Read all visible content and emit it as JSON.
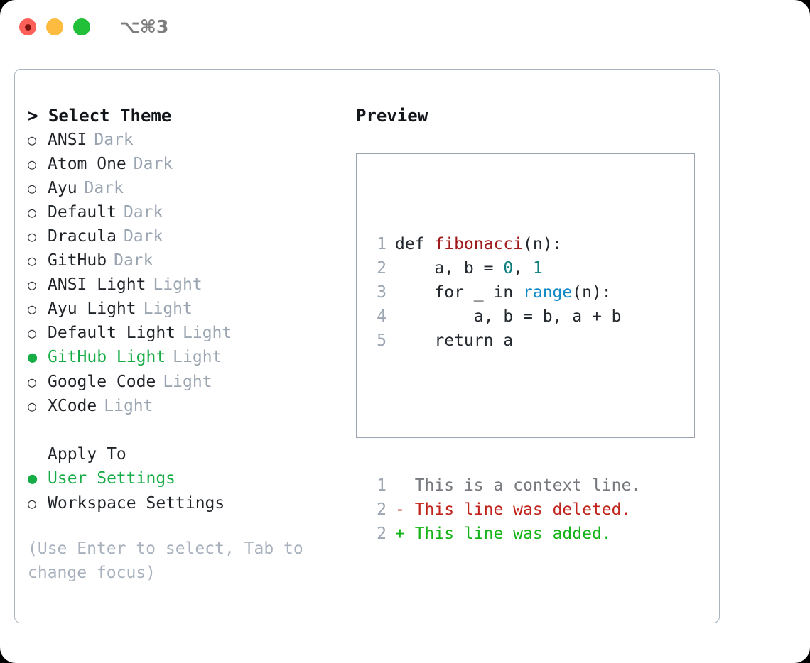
{
  "titlebar": {
    "shortcut": "⌥⌘3",
    "lights": [
      "close-red",
      "minimize-yellow",
      "maximize-green"
    ]
  },
  "left_panel": {
    "header": "> Select Theme",
    "items": [
      {
        "marker": "○",
        "label": "ANSI",
        "tag": "Dark",
        "selected": false
      },
      {
        "marker": "○",
        "label": "Atom One",
        "tag": "Dark",
        "selected": false
      },
      {
        "marker": "○",
        "label": "Ayu",
        "tag": "Dark",
        "selected": false
      },
      {
        "marker": "○",
        "label": "Default",
        "tag": "Dark",
        "selected": false
      },
      {
        "marker": "○",
        "label": "Dracula",
        "tag": "Dark",
        "selected": false
      },
      {
        "marker": "○",
        "label": "GitHub",
        "tag": "Dark",
        "selected": false
      },
      {
        "marker": "○",
        "label": "ANSI Light",
        "tag": "Light",
        "selected": false
      },
      {
        "marker": "○",
        "label": "Ayu Light",
        "tag": "Light",
        "selected": false
      },
      {
        "marker": "○",
        "label": "Default Light",
        "tag": "Light",
        "selected": false
      },
      {
        "marker": "●",
        "label": "GitHub Light",
        "tag": "Light",
        "selected": true
      },
      {
        "marker": "○",
        "label": "Google Code",
        "tag": "Light",
        "selected": false
      },
      {
        "marker": "○",
        "label": "XCode",
        "tag": "Light",
        "selected": false
      }
    ],
    "apply_to": {
      "header": "Apply To",
      "options": [
        {
          "marker": "●",
          "label": "User Settings",
          "selected": true
        },
        {
          "marker": "○",
          "label": "Workspace Settings",
          "selected": false
        }
      ]
    },
    "hint": "(Use Enter to select, Tab to change focus)"
  },
  "right_panel": {
    "title": "Preview",
    "code_lines": [
      {
        "num": "1",
        "tokens": [
          {
            "t": "def ",
            "c": "plain"
          },
          {
            "t": "fibonacci",
            "c": "fn"
          },
          {
            "t": "(n):",
            "c": "plain"
          }
        ]
      },
      {
        "num": "2",
        "tokens": [
          {
            "t": "    a, b = ",
            "c": "plain"
          },
          {
            "t": "0",
            "c": "num"
          },
          {
            "t": ", ",
            "c": "plain"
          },
          {
            "t": "1",
            "c": "num"
          }
        ]
      },
      {
        "num": "3",
        "tokens": [
          {
            "t": "    for _ in ",
            "c": "plain"
          },
          {
            "t": "range",
            "c": "bi"
          },
          {
            "t": "(n):",
            "c": "plain"
          }
        ]
      },
      {
        "num": "4",
        "tokens": [
          {
            "t": "        a, b = b, a + b",
            "c": "plain"
          }
        ]
      },
      {
        "num": "5",
        "tokens": [
          {
            "t": "    return a",
            "c": "plain"
          }
        ]
      }
    ],
    "diff_lines": [
      {
        "num": "1",
        "prefix": "  ",
        "text": "This is a context line.",
        "kind": "context"
      },
      {
        "num": "2",
        "prefix": "- ",
        "text": "This line was deleted.",
        "kind": "deleted"
      },
      {
        "num": "2",
        "prefix": "+ ",
        "text": "This line was added.",
        "kind": "added"
      }
    ]
  },
  "colors": {
    "accent_green": "#17ad46",
    "muted": "#9aa5b1",
    "text": "#1f2328",
    "code_function": "#a01b1b",
    "code_number": "#0f7d7d",
    "code_builtin": "#1389c7",
    "diff_deleted": "#c0241c",
    "diff_added": "#14b317",
    "border": "#9aa5b1"
  }
}
